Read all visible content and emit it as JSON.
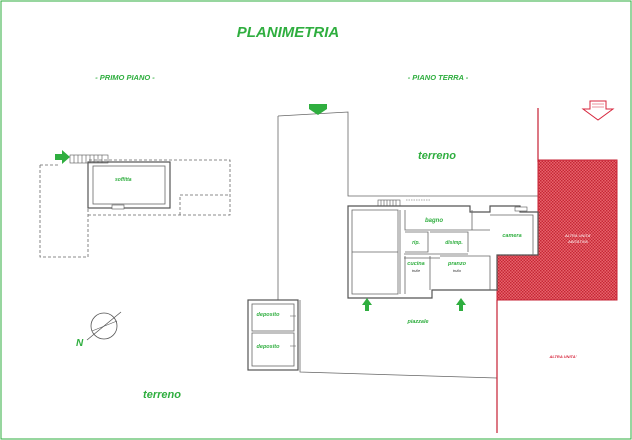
{
  "title": "PLANIMETRIA",
  "sections": {
    "first_floor": "- PRIMO PIANO -",
    "ground_floor": "- PIANO TERRA -"
  },
  "labels": {
    "soffitta": "soffitta",
    "terreno_top": "terreno",
    "terreno_bottom": "terreno",
    "bagno": "bagno",
    "rip": "rip.",
    "disimp": "disimp.",
    "camera": "camera",
    "cucina": "cucina",
    "cucina_note": "trulle",
    "pranzo": "pranzo",
    "pranzo_note": "trullo",
    "deposito_1": "deposito",
    "deposito_2": "deposito",
    "piazzale": "piazzale",
    "altra_unita_abitativa_1": "ALTRA UNITA'",
    "altra_unita_abitativa_2": "ABITATIVA",
    "altra_unita": "ALTRA UNITA'",
    "north": "N"
  },
  "colors": {
    "label_green": "#2fae3f",
    "hatch_red": "#d8343f",
    "boundary_red": "#c62033",
    "wall_grey": "#555555"
  },
  "icons": {
    "entrance": "entrance-arrow-icon",
    "other_unit_entrance": "outline-arrow-icon",
    "north": "north-compass-icon"
  }
}
